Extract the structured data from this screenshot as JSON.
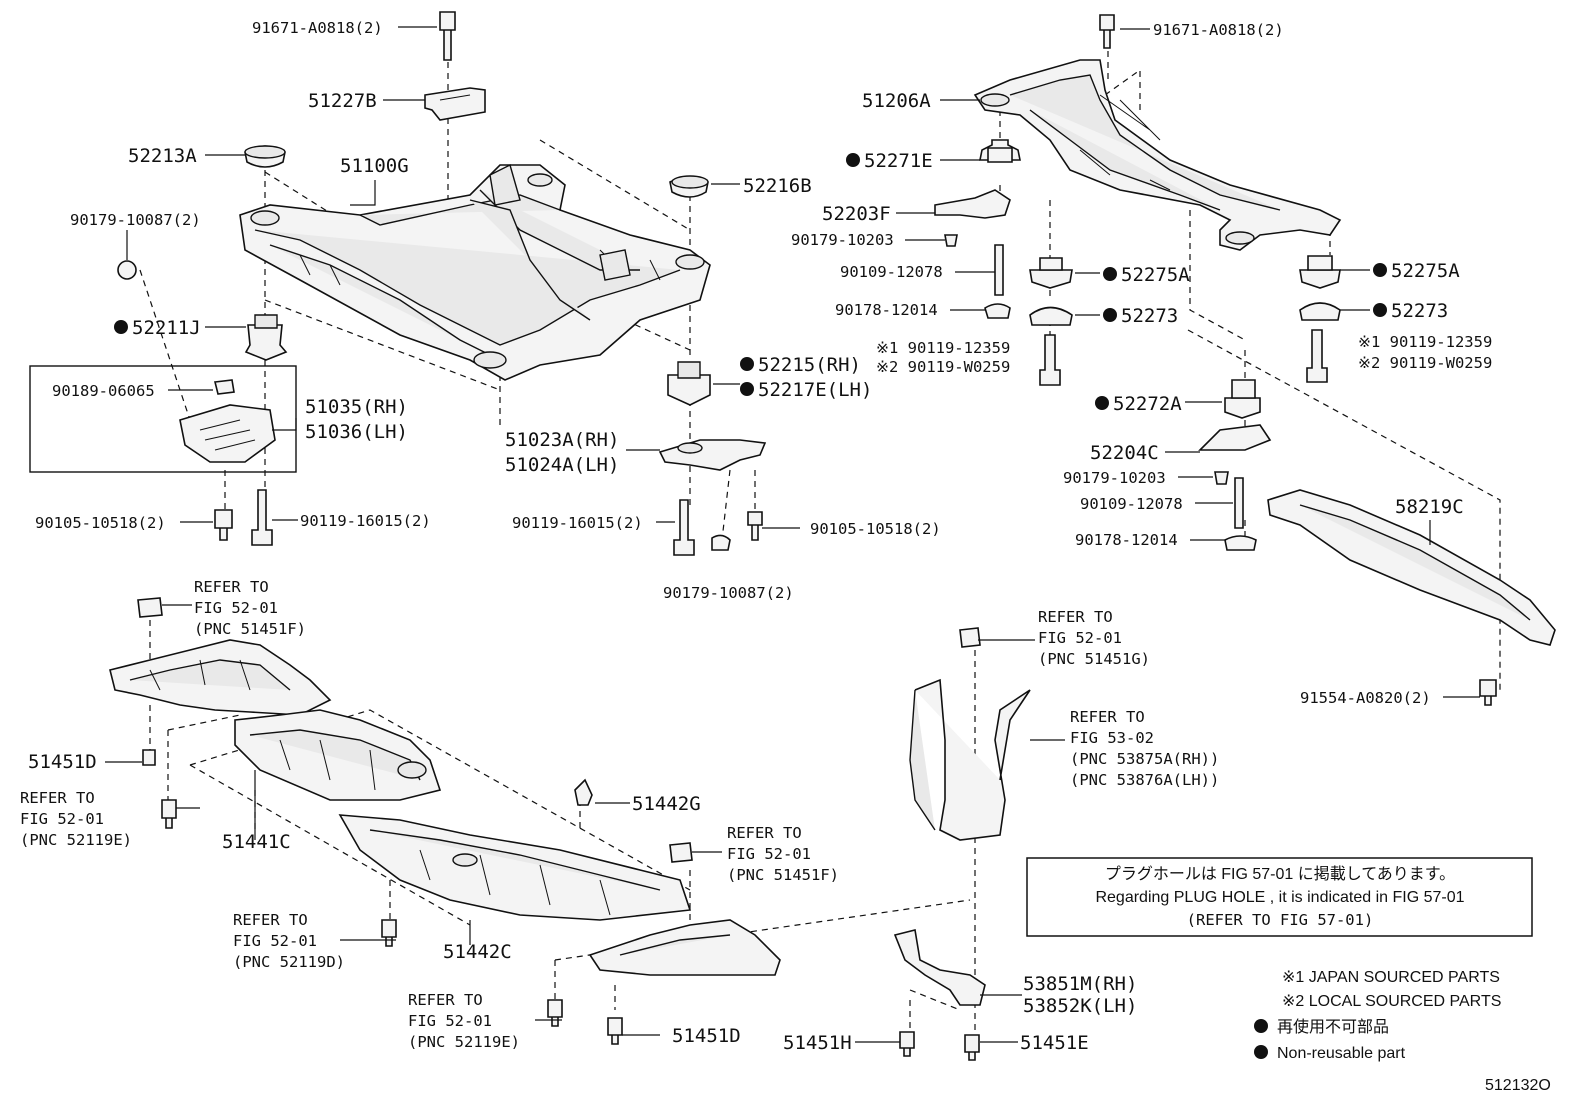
{
  "labels": {
    "l_91671_a": "91671-A0818(2)",
    "l_91671_b": "91671-A0818(2)",
    "l_51227B": "51227B",
    "l_52213A": "52213A",
    "l_51100G": "51100G",
    "l_52216B": "52216B",
    "l_90179_10087_a": "90179-10087(2)",
    "l_52211J": "52211J",
    "l_90189_06065": "90189-06065",
    "l_51035": "51035(RH)",
    "l_51036": "51036(LH)",
    "l_52215": "52215(RH)",
    "l_52217E": "52217E(LH)",
    "l_51023A": "51023A(RH)",
    "l_51024A": "51024A(LH)",
    "l_90105_a": "90105-10518(2)",
    "l_90119_16015_a": "90119-16015(2)",
    "l_90119_16015_b": "90119-16015(2)",
    "l_90105_b": "90105-10518(2)",
    "l_90179_10087_b": "90179-10087(2)",
    "l_51206A": "51206A",
    "l_52271E": "52271E",
    "l_52203F": "52203F",
    "l_90179_10203_a": "90179-10203",
    "l_90109_12078_a": "90109-12078",
    "l_90178_12014_a": "90178-12014",
    "l_52275A_a": "52275A",
    "l_52273_a": "52273",
    "l_52275A_b": "52275A",
    "l_52273_b": "52273",
    "l_x1_a": "※1 90119-12359",
    "l_x2_a": "※2 90119-W0259",
    "l_x1_b": "※1 90119-12359",
    "l_x2_b": "※2 90119-W0259",
    "l_52272A": "52272A",
    "l_52204C": "52204C",
    "l_90179_10203_b": "90179-10203",
    "l_90109_12078_b": "90109-12078",
    "l_90178_12014_b": "90178-12014",
    "l_58219C": "58219C",
    "l_91554": "91554-A0820(2)",
    "l_51451D_a": "51451D",
    "l_51441C": "51441C",
    "l_51442G": "51442G",
    "l_51442C": "51442C",
    "l_51451D_b": "51451D",
    "l_51451H": "51451H",
    "l_51451E": "51451E",
    "l_53851M": "53851M(RH)",
    "l_53852K": "53852K(LH)"
  },
  "refers": {
    "r1": [
      "REFER TO",
      "FIG 52-01",
      "(PNC 51451F)"
    ],
    "r2": [
      "REFER TO",
      "FIG 52-01",
      "(PNC 52119E)"
    ],
    "r3": [
      "REFER TO",
      "FIG 52-01",
      "(PNC 51451F)"
    ],
    "r4": [
      "REFER TO",
      "FIG 52-01",
      "(PNC 52119D)"
    ],
    "r5": [
      "REFER TO",
      "FIG 52-01",
      "(PNC 52119E)"
    ],
    "r6": [
      "REFER TO",
      "FIG 52-01",
      "(PNC 51451G)"
    ],
    "r7": [
      "REFER TO",
      "FIG 53-02",
      "(PNC 53875A(RH))",
      "(PNC 53876A(LH))"
    ]
  },
  "notice": {
    "jp": "プラグホールは FIG 57-01 に掲載してあります。",
    "en": "Regarding  PLUG  HOLE , it is indicated in FIG  57-01",
    "ref": "(REFER TO FIG 57-01)"
  },
  "legend": {
    "x1": "※1 JAPAN SOURCED PARTS",
    "x2": "※2 LOCAL SOURCED PARTS",
    "jp_nonreuse": "再使用不可部品",
    "en_nonreuse": "Non-reusable part"
  },
  "figure_id": "512132O"
}
